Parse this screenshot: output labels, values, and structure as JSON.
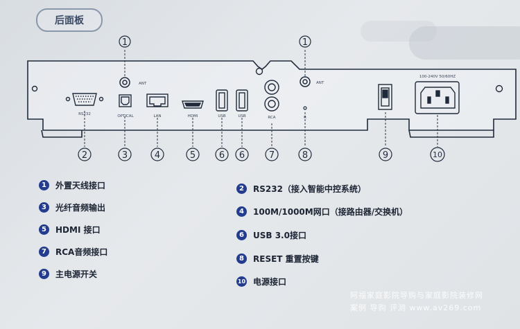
{
  "title": "后面板",
  "panel": {
    "ports": [
      {
        "n": "1",
        "label": "ANT"
      },
      {
        "n": "2",
        "label": "RS232"
      },
      {
        "n": "3",
        "label": "OPTICAL"
      },
      {
        "n": "4",
        "label": "LAN"
      },
      {
        "n": "5",
        "label": "HDMI"
      },
      {
        "n": "6",
        "label": "USB"
      },
      {
        "n": "6",
        "label": "USB"
      },
      {
        "n": "7",
        "label": "RCA"
      },
      {
        "n": "1",
        "label": "ANT"
      },
      {
        "n": "8",
        "label": "R"
      },
      {
        "n": "9",
        "label": ""
      },
      {
        "n": "10",
        "label": "100-240V 50/60HZ"
      }
    ]
  },
  "legend": [
    {
      "n": "1",
      "text": "外置天线接口"
    },
    {
      "n": "2",
      "text": "RS232（接入智能中控系统）"
    },
    {
      "n": "3",
      "text": "光纤音频输出"
    },
    {
      "n": "4",
      "text": "100M/1000M网口（接路由器/交换机）"
    },
    {
      "n": "5",
      "text": "HDMI 接口"
    },
    {
      "n": "6",
      "text": "USB 3.0接口"
    },
    {
      "n": "7",
      "text": "RCA音频接口"
    },
    {
      "n": "8",
      "text": "RESET 重置按键"
    },
    {
      "n": "9",
      "text": "主电源开关"
    },
    {
      "n": "10",
      "text": "电源接口"
    }
  ],
  "watermark": {
    "line1": "阿福家庭影院导购与家庭影院装修网",
    "line2": "案例  导购  评测   www.av269.com"
  }
}
